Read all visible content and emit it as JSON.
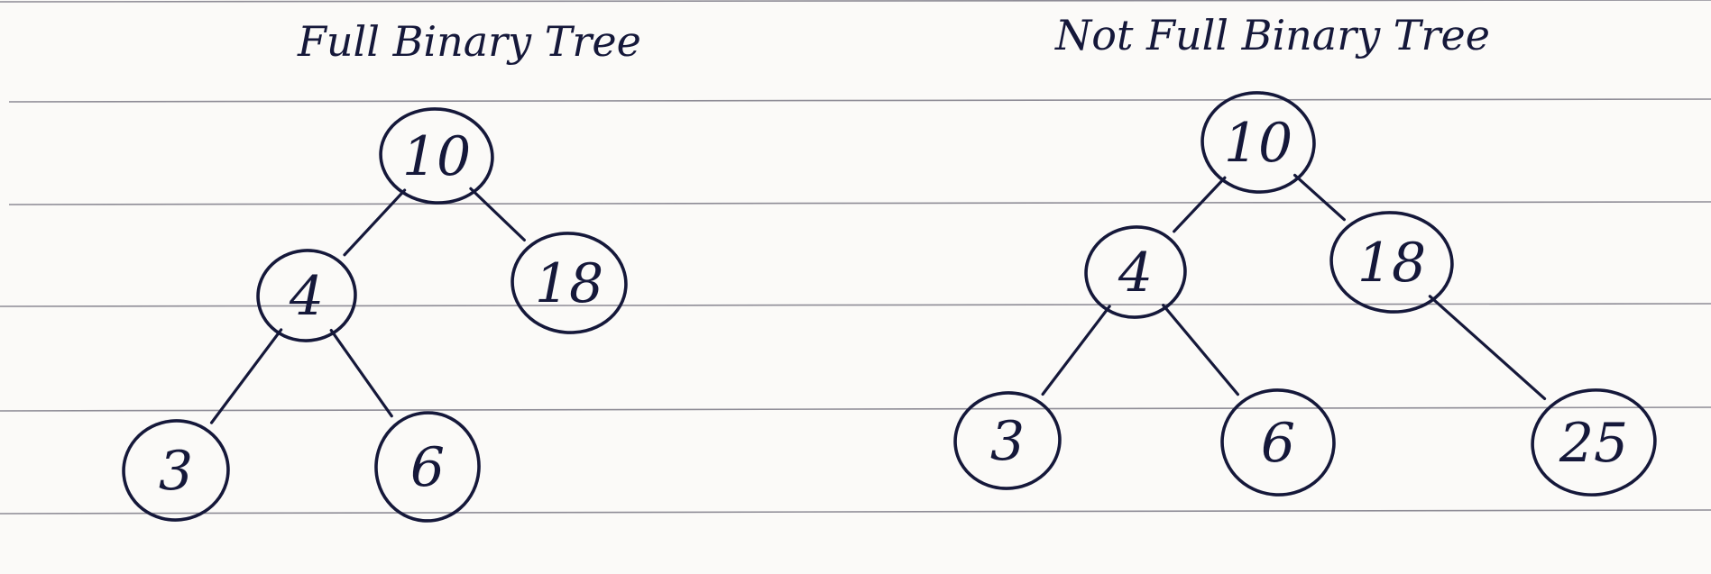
{
  "paper": {
    "line_color": "#8e8c96",
    "ink_color": "#15183a"
  },
  "trees": [
    {
      "title": "Full Binary Tree",
      "nodes": [
        {
          "id": "a10",
          "label": "10"
        },
        {
          "id": "a4",
          "label": "4"
        },
        {
          "id": "a18",
          "label": "18"
        },
        {
          "id": "a3",
          "label": "3"
        },
        {
          "id": "a6",
          "label": "6"
        }
      ],
      "edges": [
        [
          "a10",
          "a4"
        ],
        [
          "a10",
          "a18"
        ],
        [
          "a4",
          "a3"
        ],
        [
          "a4",
          "a6"
        ]
      ]
    },
    {
      "title": "Not Full Binary Tree",
      "nodes": [
        {
          "id": "b10",
          "label": "10"
        },
        {
          "id": "b4",
          "label": "4"
        },
        {
          "id": "b18",
          "label": "18"
        },
        {
          "id": "b3",
          "label": "3"
        },
        {
          "id": "b6",
          "label": "6"
        },
        {
          "id": "b25",
          "label": "25"
        }
      ],
      "edges": [
        [
          "b10",
          "b4"
        ],
        [
          "b10",
          "b18"
        ],
        [
          "b4",
          "b3"
        ],
        [
          "b4",
          "b6"
        ],
        [
          "b18",
          "b25"
        ]
      ]
    }
  ]
}
